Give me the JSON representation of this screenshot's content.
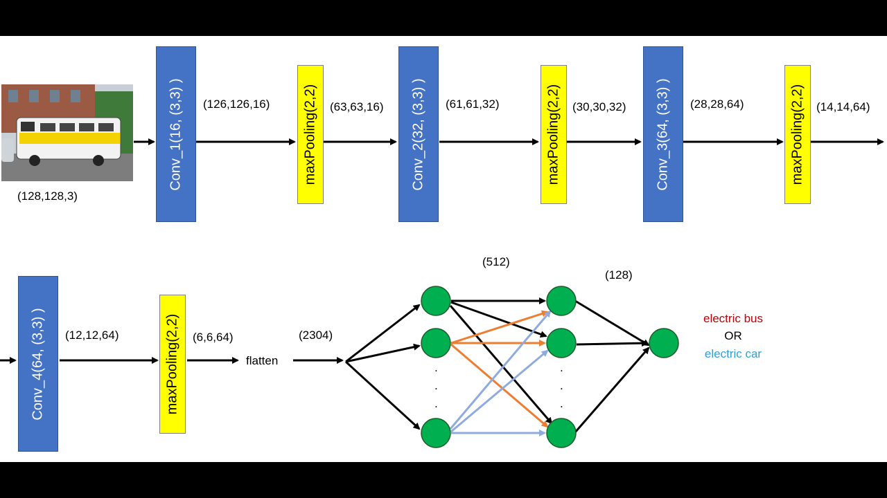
{
  "input": {
    "image_desc_icon": "bus-photo",
    "shape": "(128,128,3)"
  },
  "row1": {
    "conv1": "Conv_1(16, (3,3) )",
    "shape1": "(126,126,16)",
    "pool1": "maxPooling(2,2)",
    "shape2": "(63,63,16)",
    "conv2": "Conv_2(32, (3,3) )",
    "shape3": "(61,61,32)",
    "pool2": "maxPooling(2,2)",
    "shape4": "(30,30,32)",
    "conv3": "Conv_3(64, (3,3) )",
    "shape5": "(28,28,64)",
    "pool3": "maxPooling(2,2)",
    "shape6": "(14,14,64)"
  },
  "row2": {
    "conv4": "Conv_4(64, (3,3) )",
    "shape7": "(12,12,64)",
    "pool4": "maxPooling(2,2)",
    "shape8": "(6,6,64)",
    "flatten": "flatten",
    "shape9": "(2304)",
    "dense1": "(512)",
    "dense2": "(128)",
    "dots1": ".",
    "dots2": "."
  },
  "outputs": {
    "class1": "electric bus",
    "or": "OR",
    "class2": "electric car"
  },
  "colors": {
    "conv": "#4472c4",
    "pool": "#ffff00",
    "node": "#00b050",
    "orange": "#ed7d31",
    "blue_arrow": "#8faadc",
    "class1": "#c00000",
    "class2": "#2e9fd8"
  }
}
